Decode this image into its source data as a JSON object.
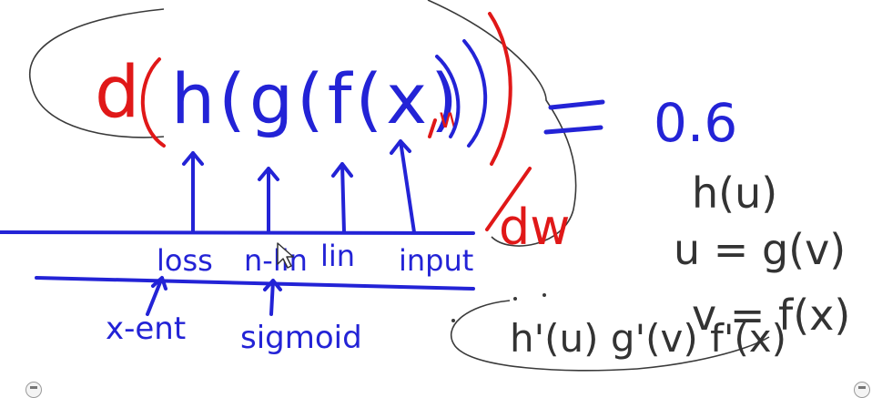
{
  "colors": {
    "blue_ink": "#2323d6",
    "red_ink": "#e01818",
    "pencil": "#3a3a3a",
    "gray_ink": "#333333"
  },
  "equation": {
    "d_symbol": "d",
    "expression_main": "h(g(f(x)",
    "w_symbol": "w",
    "equals": "=",
    "value": "0.6",
    "dw": "dw"
  },
  "labels": {
    "loss": "loss",
    "nlin": "n-lin",
    "lin": "lin",
    "input": "input",
    "xent": "x-ent",
    "sigmoid": "sigmoid"
  },
  "right_notes": {
    "line1": "h(u)",
    "line2": "u = g(v)",
    "line3": "v = f(x)",
    "product": "h'(u) g'(v) f'(x)"
  },
  "icons": {
    "left": "circle-button-icon",
    "right": "circle-button-icon"
  }
}
